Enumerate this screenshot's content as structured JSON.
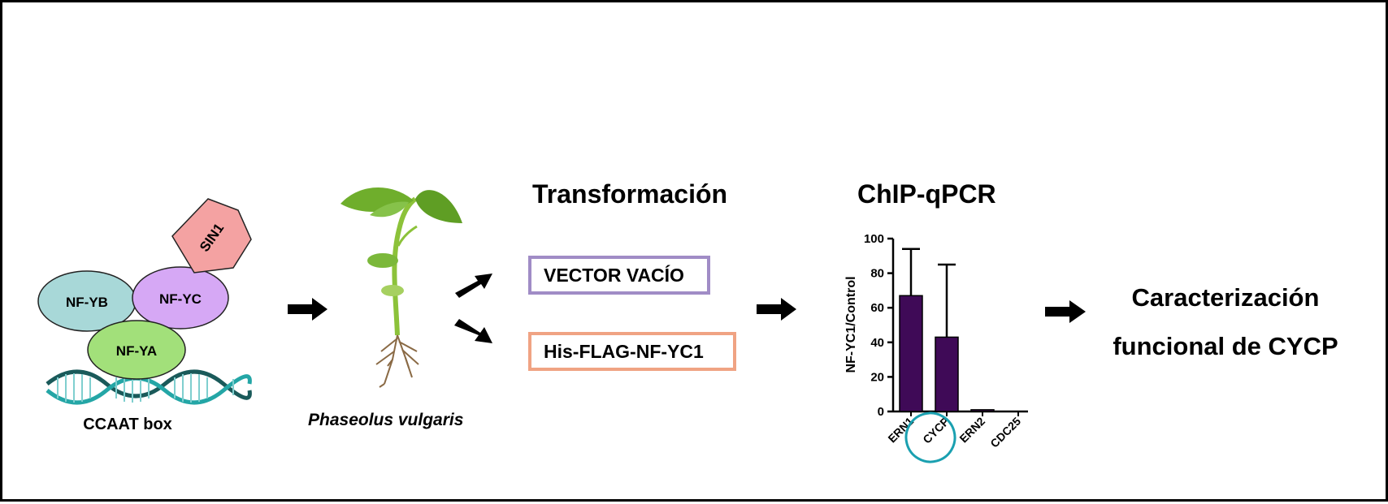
{
  "complex": {
    "sin1_label": "SIN1",
    "nfyb_label": "NF-YB",
    "nfyc_label": "NF-YC",
    "nfya_label": "NF-YA",
    "dna_label": "CCAAT box"
  },
  "plant": {
    "species_label": "Phaseolus vulgaris"
  },
  "transformation": {
    "title": "Transformación",
    "vector_label": "VECTOR VACÍO",
    "construct_label": "His-FLAG-NF-YC1"
  },
  "chip": {
    "title": "ChIP-qPCR"
  },
  "result": {
    "line1": "Caracterización",
    "line2": "funcional de CYCP"
  },
  "colors": {
    "nfyb": "#a8d8d8",
    "nfyc": "#d6a8f5",
    "nfya": "#a2e07a",
    "sin1": "#f4a2a2",
    "bar": "#3f0a57",
    "vector_border": "#a08cc6",
    "construct_border": "#f0a383",
    "highlight_circle": "#1aa0b0",
    "dna": "#24a6a6"
  },
  "chart_data": {
    "type": "bar",
    "title": "ChIP-qPCR",
    "categories": [
      "ERN1",
      "CYCP",
      "ERN2",
      "CDC25"
    ],
    "values": [
      67,
      43,
      1,
      0
    ],
    "errors": [
      27,
      42,
      0,
      0
    ],
    "ylabel": "NF-YC1/Control",
    "xlabel": "",
    "ylim": [
      0,
      100
    ],
    "yticks": [
      0,
      20,
      40,
      60,
      80,
      100
    ],
    "highlight": "CYCP",
    "grid": false
  }
}
